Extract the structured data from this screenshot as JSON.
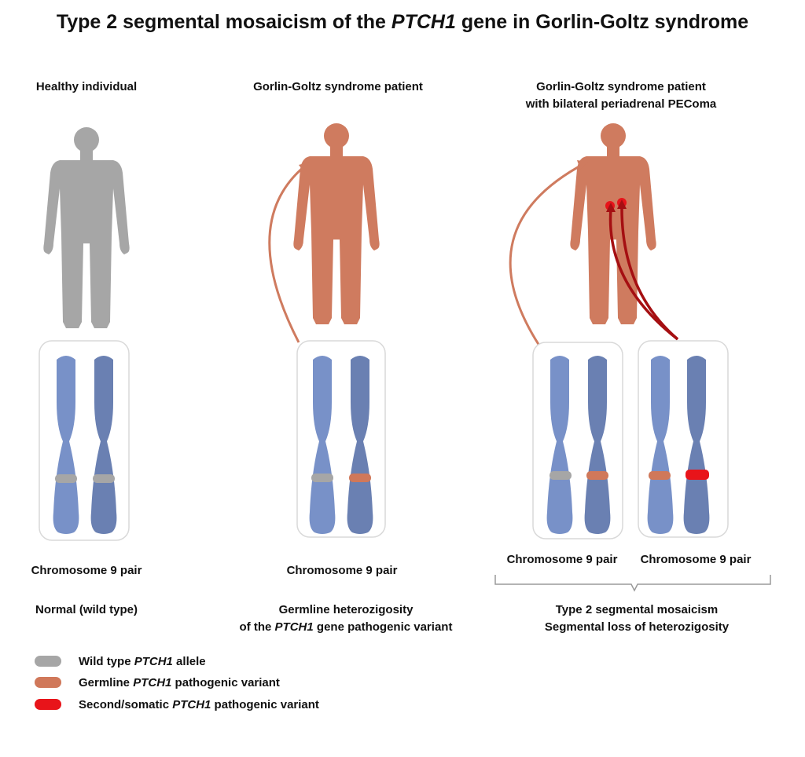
{
  "title": {
    "prefix": "Type 2 segmental mosaicism of the ",
    "gene": "PTCH1",
    "suffix": " gene in Gorlin-Goltz syndrome"
  },
  "columns": [
    {
      "header_line1": "Healthy individual",
      "header_line2": "",
      "chromosome_labels": [
        "Chromosome 9 pair"
      ],
      "desc_line1": "Normal (wild type)",
      "desc_line2_gene": "",
      "desc_line2_rest": ""
    },
    {
      "header_line1": "Gorlin-Goltz syndrome patient",
      "header_line2": "",
      "chromosome_labels": [
        "Chromosome 9 pair"
      ],
      "desc_line1": "Germline heterozigosity",
      "desc_line2_prefix": "of the ",
      "desc_line2_gene": "PTCH1",
      "desc_line2_rest": " gene pathogenic variant"
    },
    {
      "header_line1": "Gorlin-Goltz syndrome patient",
      "header_line2": "with bilateral periadrenal PEComa",
      "chromosome_labels": [
        "Chromosome 9 pair",
        "Chromosome 9 pair"
      ],
      "desc_line1": "Type 2 segmental mosaicism",
      "desc_line2_prefix": "",
      "desc_line2_gene": "",
      "desc_line2_rest": "Segmental loss of heterozigosity"
    }
  ],
  "legend": [
    {
      "prefix": "Wild type ",
      "gene": "PTCH1",
      "suffix": " allele",
      "color": "#a6a6a6"
    },
    {
      "prefix": "Germline ",
      "gene": "PTCH1",
      "suffix": " pathogenic variant",
      "color": "#d0785a"
    },
    {
      "prefix": "Second/somatic ",
      "gene": "PTCH1",
      "suffix": " pathogenic variant",
      "color": "#e8141a"
    }
  ],
  "colors": {
    "healthy_body": "#a6a6a6",
    "patient_body": "#cf7b5f",
    "chromosome": "#7891c8",
    "chromosome_dark": "#6a80b2",
    "wild_type_band": "#a6a6a6",
    "germline_band": "#d0785a",
    "somatic_band": "#e8141a",
    "germline_arrow": "#cf7b5f",
    "somatic_arrow": "#a50f12"
  }
}
